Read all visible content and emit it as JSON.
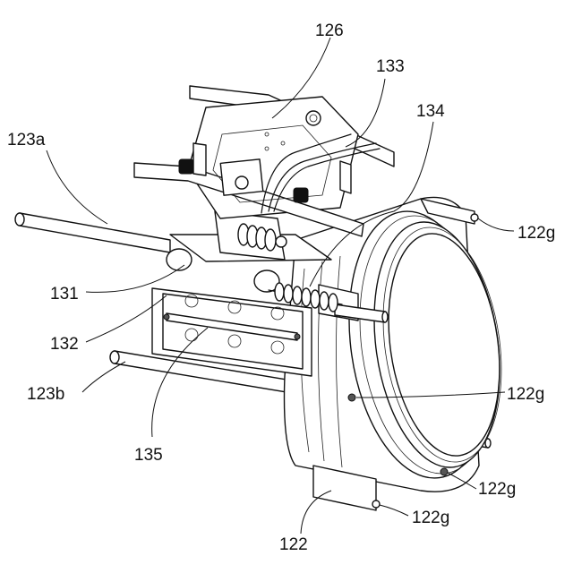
{
  "figure": {
    "labels": [
      {
        "id": "label-126",
        "text": "126"
      },
      {
        "id": "label-133",
        "text": "133"
      },
      {
        "id": "label-134",
        "text": "134"
      },
      {
        "id": "label-123a",
        "text": "123a"
      },
      {
        "id": "label-122g-top",
        "text": "122g"
      },
      {
        "id": "label-131",
        "text": "131"
      },
      {
        "id": "label-132",
        "text": "132"
      },
      {
        "id": "label-123b",
        "text": "123b"
      },
      {
        "id": "label-122g-mid",
        "text": "122g"
      },
      {
        "id": "label-135",
        "text": "135"
      },
      {
        "id": "label-122g-low",
        "text": "122g"
      },
      {
        "id": "label-122g-bottom",
        "text": "122g"
      },
      {
        "id": "label-122",
        "text": "122"
      }
    ]
  }
}
